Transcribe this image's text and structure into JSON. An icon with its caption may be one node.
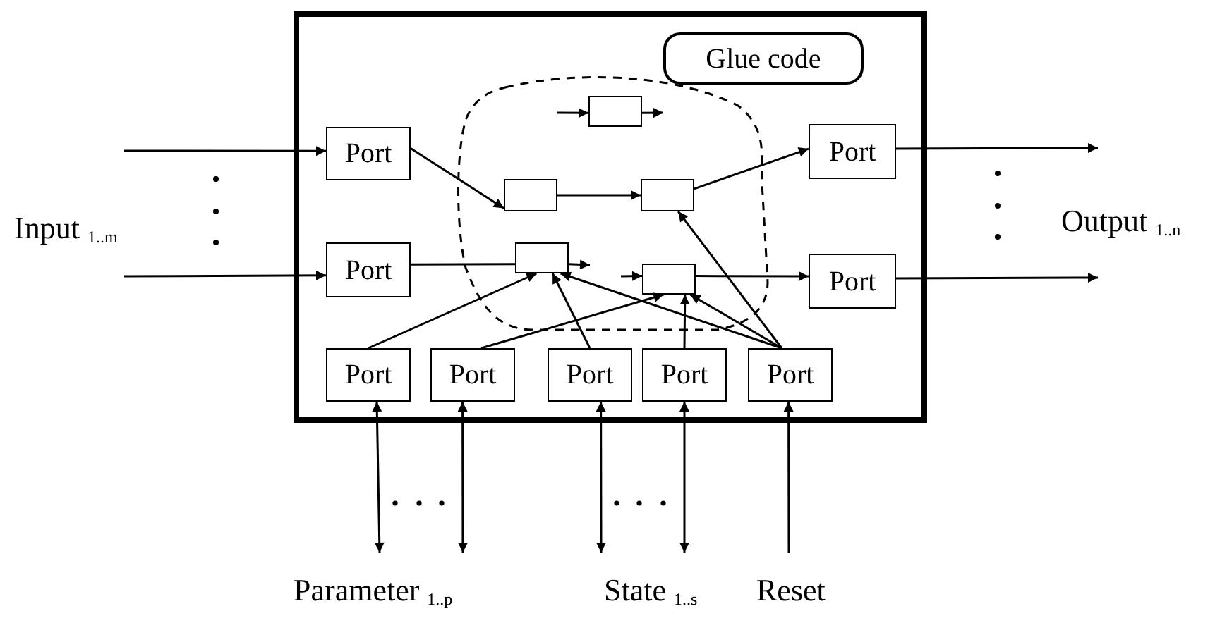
{
  "diagram": {
    "nodes": [
      {
        "text": [],
        "shape": "box"
      },
      {
        "text": [
          "Glue code"
        ],
        "in": 0
      },
      {
        "text": [],
        "shape": "cloud",
        "in": 0
      },
      {
        "text": [],
        "shape": "box",
        "in": 2
      },
      {
        "text": [],
        "shape": "box",
        "in": 2
      },
      {
        "text": [],
        "shape": "box",
        "in": 2
      },
      {
        "text": [],
        "shape": "box",
        "in": 2
      },
      {
        "text": [],
        "shape": "box",
        "in": 2
      },
      {
        "text": [
          "Port"
        ],
        "in": 0
      },
      {
        "text": [
          "Port"
        ],
        "in": 0
      },
      {
        "text": [
          "Port"
        ],
        "in": 0
      },
      {
        "text": [
          "Port"
        ],
        "in": 0
      },
      {
        "text": [
          "Port"
        ],
        "in": 0
      },
      {
        "text": [
          "Port"
        ],
        "in": 0
      },
      {
        "text": [
          "Port"
        ],
        "in": 0
      },
      {
        "text": [
          "Port"
        ],
        "in": 0
      },
      {
        "text": [
          "Port"
        ],
        "in": 0
      }
    ],
    "edges": [
      {
        "from": null,
        "to": 8,
        "arrow": "to"
      },
      {
        "from": null,
        "to": 9,
        "arrow": "to"
      },
      {
        "from": 8,
        "to": 4,
        "arrow": "to"
      },
      {
        "from": 4,
        "to": 5,
        "arrow": "to"
      },
      {
        "from": 5,
        "to": 10,
        "arrow": "to"
      },
      {
        "from": 9,
        "to": 6,
        "arrow": "none"
      },
      {
        "from": 6,
        "to": null,
        "arrow": "to"
      },
      {
        "from": null,
        "to": 7,
        "arrow": "to"
      },
      {
        "from": 7,
        "to": 11,
        "arrow": "to"
      },
      {
        "from": 10,
        "to": null,
        "arrow": "to"
      },
      {
        "from": 11,
        "to": null,
        "arrow": "to"
      },
      {
        "from": null,
        "to": 3,
        "arrow": "to"
      },
      {
        "from": 3,
        "to": null,
        "arrow": "to"
      },
      {
        "from": 12,
        "to": 6,
        "arrow": "to"
      },
      {
        "from": 13,
        "to": 7,
        "arrow": "to"
      },
      {
        "from": 14,
        "to": 6,
        "arrow": "to"
      },
      {
        "from": 15,
        "to": 7,
        "arrow": "to"
      },
      {
        "from": 16,
        "to": 6,
        "arrow": "to"
      },
      {
        "from": 16,
        "to": 7,
        "arrow": "to"
      },
      {
        "from": 16,
        "to": 5,
        "arrow": "to"
      },
      {
        "from": 12,
        "to": null,
        "arrow": "both"
      },
      {
        "from": 13,
        "to": null,
        "arrow": "both"
      },
      {
        "from": 14,
        "to": null,
        "arrow": "both"
      },
      {
        "from": 15,
        "to": null,
        "arrow": "both"
      },
      {
        "from": null,
        "to": 16,
        "arrow": "to"
      }
    ],
    "labels": [
      "Input $_{1..m}$",
      "Output $_{1..n}$",
      "Parameter $_{1..p}$",
      "State $_{1..s}$",
      "Reset"
    ]
  }
}
